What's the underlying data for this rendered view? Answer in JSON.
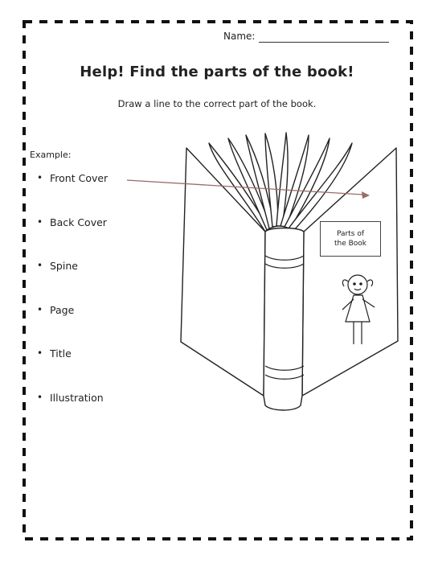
{
  "header": {
    "name_label": "Name:"
  },
  "title": "Help! Find the parts of the book!",
  "instructions": "Draw a line to the correct part of the book.",
  "example_label": "Example:",
  "parts": [
    "Front Cover",
    "Back Cover",
    "Spine",
    "Page",
    "Title",
    "Illustration"
  ],
  "sticker": {
    "line1": "Parts of",
    "line2": "the Book"
  },
  "colors": {
    "arrow": "#9b6b6b",
    "ink": "#222222"
  }
}
